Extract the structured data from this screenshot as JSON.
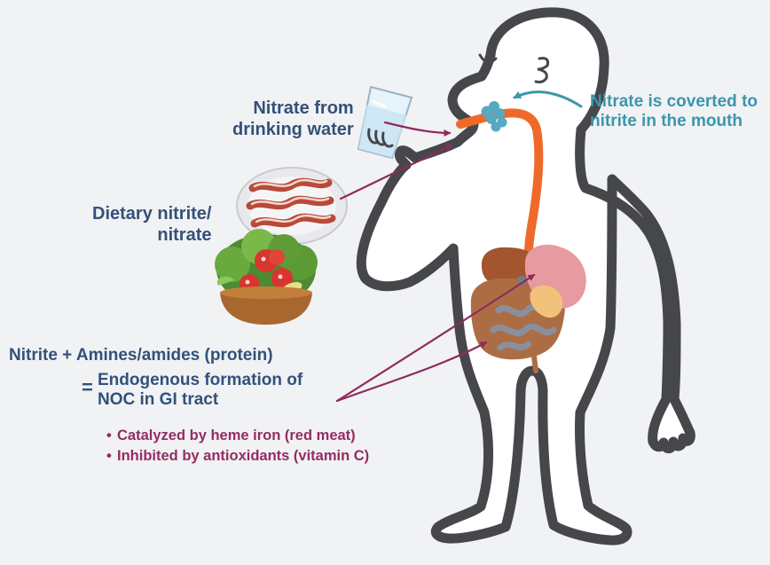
{
  "labels": {
    "water_line1": "Nitrate from",
    "water_line2": "drinking water",
    "dietary_line1": "Dietary nitrite/",
    "dietary_line2": "nitrate",
    "mouth_line1": "Nitrate is coverted to",
    "mouth_line2": "nitrite in the mouth",
    "amines": "Nitrite + Amines/amides (protein)",
    "equals": "=",
    "endo_line1": "Endogenous formation of",
    "endo_line2": "NOC in GI tract",
    "bullet_glyph": "•",
    "bullet1": "Catalyzed by heme iron (red meat)",
    "bullet2": "Inhibited by antioxidants (vitamin C)"
  },
  "colors": {
    "background": "#f1f2f4",
    "label_navy": "#33517a",
    "label_teal": "#3a97ad",
    "label_plum": "#952c62",
    "arrow_plum": "#8e2a5e",
    "arrow_teal": "#3a97ad",
    "body_outline": "#46474a",
    "body_fill": "#ffffff",
    "esophagus": "#ef6a2a",
    "stomach": "#e79aa0",
    "liver": "#a2552e",
    "intestine": "#ad6d44",
    "salivary_glands": "#56a9bf"
  },
  "icons": {
    "glass": "glass-of-water-icon",
    "bacon": "bacon-plate-icon",
    "salad": "salad-bowl-icon",
    "person": "human-figure-icon"
  }
}
